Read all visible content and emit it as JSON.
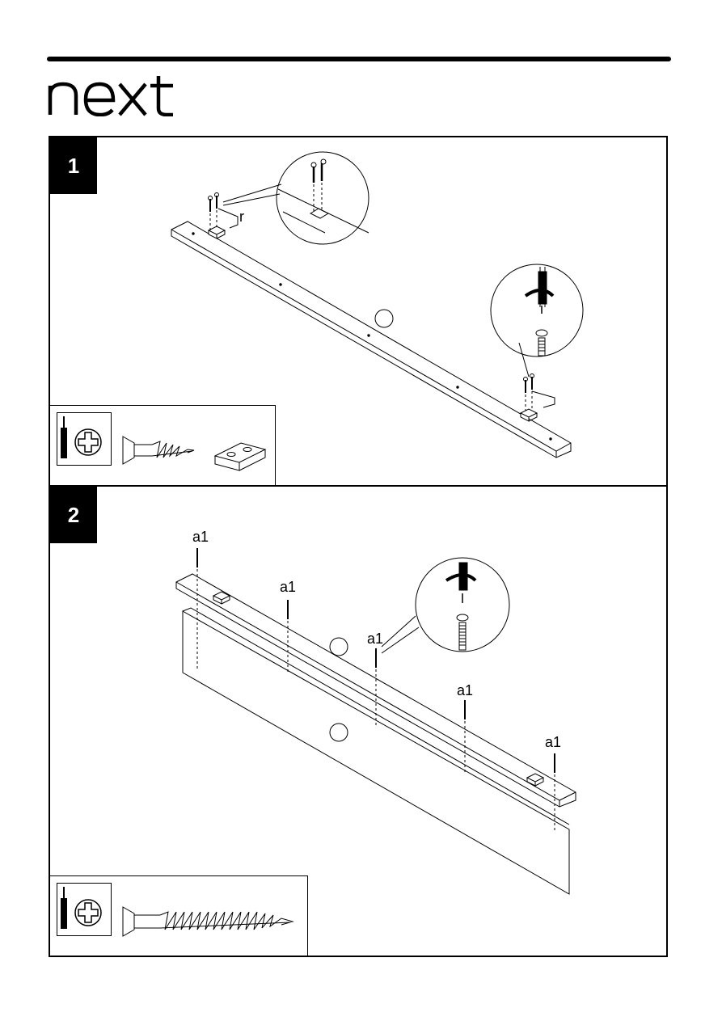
{
  "brand": {
    "logo_text": "next"
  },
  "steps": [
    {
      "number": "1",
      "callout_label": "r"
    },
    {
      "number": "2",
      "screw_labels": [
        "a1",
        "a1",
        "a1",
        "a1",
        "a1"
      ]
    }
  ],
  "icons": {
    "tool": "phillips-screwdriver-icon",
    "part_screw_short": "wood-screw",
    "part_bracket": "connector-block",
    "part_screw_long": "long-wood-screw"
  }
}
